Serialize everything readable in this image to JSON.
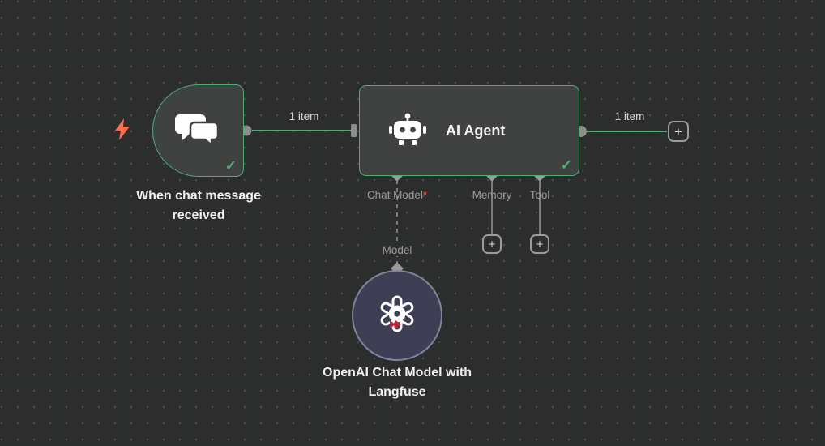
{
  "canvas": {
    "background": "#2c2d2d",
    "dot_color": "#4a4a4a"
  },
  "colors": {
    "success_green": "#4fae78",
    "port_gray": "#9c9c9c",
    "required_red": "#e0342f",
    "bolt_orange": "#ff6d4d",
    "node_fill": "#404242",
    "model_node_fill": "#3e3e54"
  },
  "nodes": {
    "trigger": {
      "label": "When chat message received"
    },
    "agent": {
      "title": "AI Agent",
      "ports": {
        "chat_model": "Chat Model",
        "required_marker": "*",
        "memory": "Memory",
        "tool": "Tool"
      }
    },
    "model": {
      "link_label": "Model",
      "label": "OpenAI Chat Model with Langfuse"
    }
  },
  "edges": {
    "trigger_to_agent_label": "1 item",
    "agent_output_label": "1 item"
  },
  "icons": {
    "plus": "+",
    "check": "✓"
  }
}
